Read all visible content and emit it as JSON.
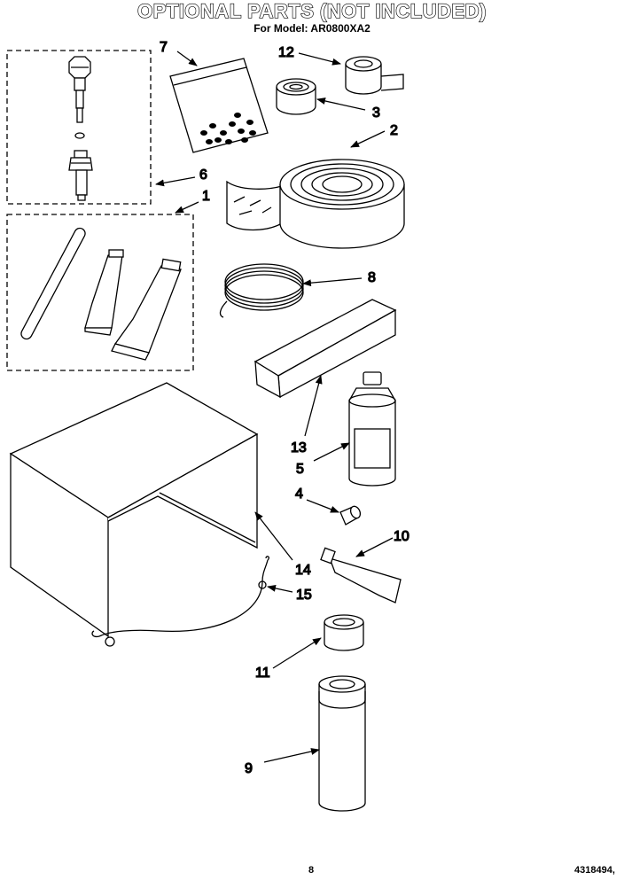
{
  "header": {
    "title": "OPTIONAL PARTS (NOT INCLUDED)",
    "subtitle": "For Model: AR0800XA2"
  },
  "callouts": [
    "7",
    "12",
    "3",
    "2",
    "6",
    "1",
    "8",
    "13",
    "5",
    "4",
    "10",
    "14",
    "15",
    "11",
    "9"
  ],
  "footer": {
    "page_number": "8",
    "doc_number": "4318494,"
  }
}
